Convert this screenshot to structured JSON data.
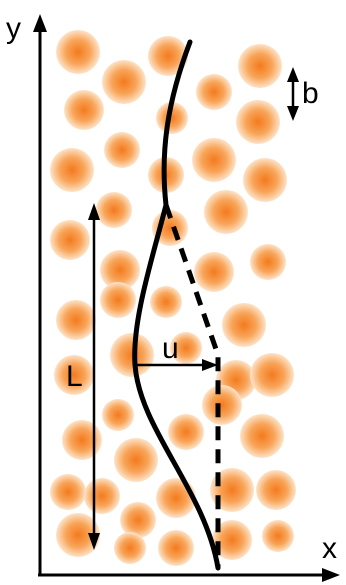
{
  "labels": {
    "y_axis": "y",
    "x_axis": "x",
    "length": "L",
    "displacement": "u",
    "diameter": "b"
  },
  "colors": {
    "particle_center": "#f47a1e",
    "particle_mid": "#f8a458",
    "particle_edge": "#fde3c8",
    "line": "#000000",
    "background": "#ffffff"
  }
}
